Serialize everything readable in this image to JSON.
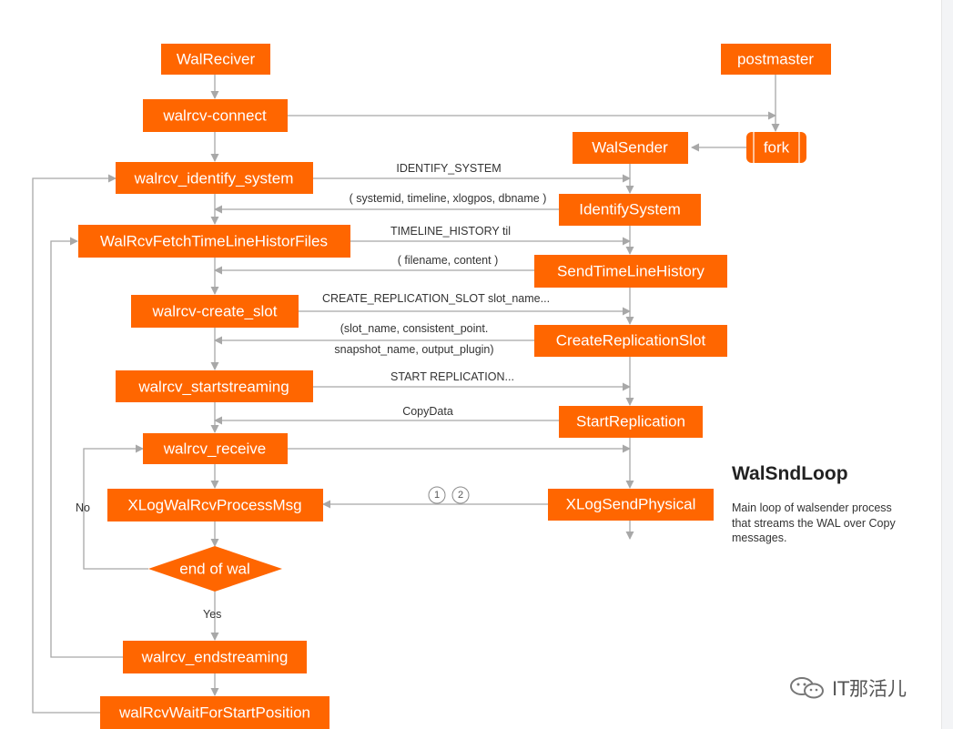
{
  "nodes": {
    "walreciver": "WalReciver",
    "postmaster": "postmaster",
    "walrcv_connect": "walrcv-connect",
    "walsender": "WalSender",
    "fork": "fork",
    "walrcv_identify_system": "walrcv_identify_system",
    "identify_system": "IdentifySystem",
    "fetch_timeline": "WalRcvFetchTimeLineHistorFiles",
    "send_timeline_history": "SendTimeLineHistory",
    "create_slot": "walrcv-create_slot",
    "create_replication_slot": "CreateReplicationSlot",
    "startstreaming": "walrcv_startstreaming",
    "start_replication": "StartReplication",
    "receive": "walrcv_receive",
    "process_msg": "XLogWalRcvProcessMsg",
    "send_physical": "XLogSendPhysical",
    "end_of_wal": "end of wal",
    "endstreaming": "walrcv_endstreaming",
    "wait_for_start": "walRcvWaitForStartPosition"
  },
  "labels": {
    "identify_system_cmd": "IDENTIFY_SYSTEM",
    "identify_system_reply": "( systemid, timeline, xlogpos, dbname )",
    "timeline_history_cmd": "TIMELINE_HISTORY til",
    "timeline_history_reply": "( filename, content )",
    "create_slot_cmd": "CREATE_REPLICATION_SLOT slot_name...",
    "create_slot_reply_1": "(slot_name, consistent_point.",
    "create_slot_reply_2": "snapshot_name, output_plugin)",
    "start_replication_cmd": "START REPLICATION...",
    "copydata": "CopyData",
    "circle_1": "1",
    "circle_2": "2",
    "no": "No",
    "yes": "Yes"
  },
  "legend": {
    "title": "WalSndLoop",
    "description": "Main loop of walsender process that streams the WAL over Copy messages."
  },
  "watermark": {
    "text": "IT那活儿"
  },
  "colors": {
    "node_fill": "#ff6600",
    "node_text": "#ffffff",
    "edge": "#a8a8a8"
  }
}
